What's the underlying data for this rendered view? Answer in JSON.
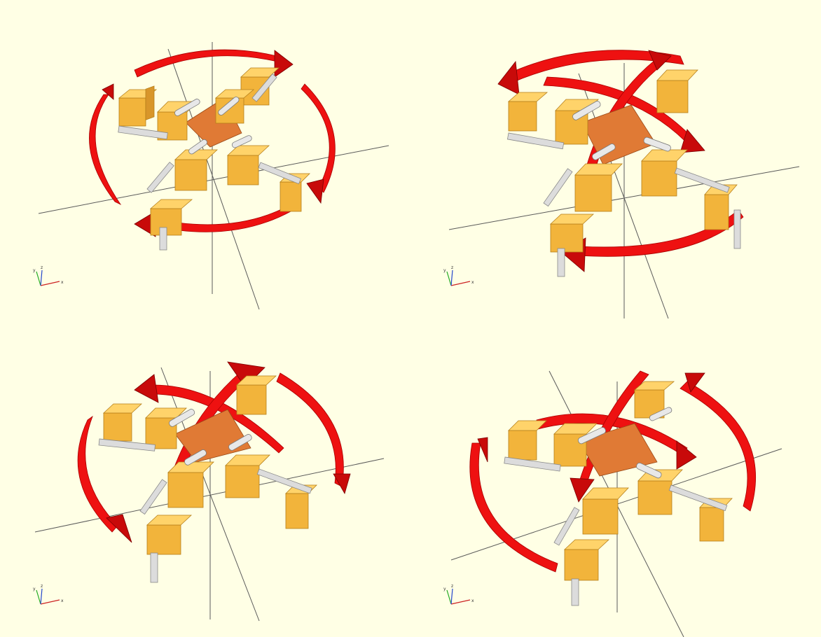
{
  "window": {
    "app": "",
    "background_color": "#ffffe5"
  },
  "views": [
    {
      "id": "view-1",
      "rotation": "counter-clockwise-yaw"
    },
    {
      "id": "view-2",
      "rotation": "pitch"
    },
    {
      "id": "view-3",
      "rotation": "roll"
    },
    {
      "id": "view-4",
      "rotation": "clockwise-yaw"
    }
  ],
  "axis_gizmo": {
    "x_label": "x",
    "y_label": "y",
    "z_label": "z",
    "x_color": "#cc2222",
    "y_color": "#22aa22",
    "z_color": "#2244cc"
  },
  "model": {
    "servo_color": "#f2b43b",
    "plate_color": "#e07a35",
    "arrow_color": "#ee1111",
    "horn_color": "#e8e8e8"
  }
}
